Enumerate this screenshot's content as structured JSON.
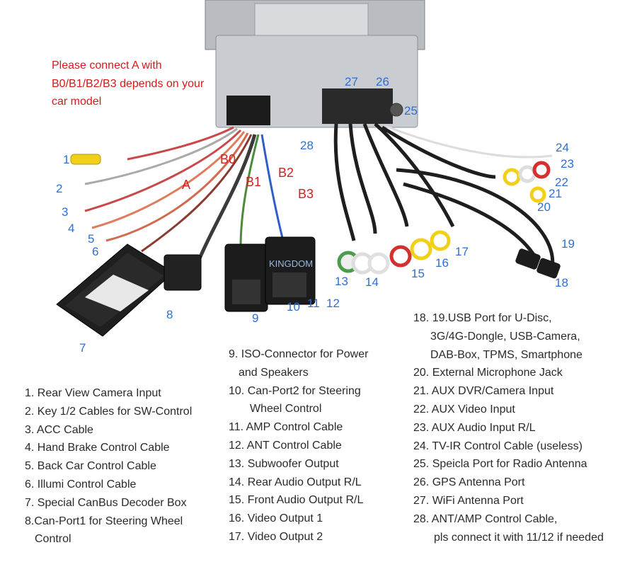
{
  "note": "Please connect A with B0/B1/B2/B3 depends on your car model",
  "connector_labels": [
    "A",
    "B0",
    "B1",
    "B2",
    "B3"
  ],
  "callout_numbers": [
    "1",
    "2",
    "3",
    "4",
    "5",
    "6",
    "7",
    "8",
    "9",
    "10",
    "11",
    "12",
    "13",
    "14",
    "15",
    "16",
    "17",
    "18",
    "19",
    "20",
    "21",
    "22",
    "23",
    "24",
    "25",
    "26",
    "27",
    "28"
  ],
  "legend_col1": [
    "1. Rear View Camera Input",
    "2. Key 1/2 Cables for SW-Control",
    "3. ACC Cable",
    "4. Hand Brake Control Cable",
    "5. Back Car Control Cable",
    "6. Illumi Control Cable",
    "7. Special CanBus Decoder Box",
    "8.Can-Port1 for Steering Wheel",
    "Control"
  ],
  "legend_col2": [
    "9. ISO-Connector for Power",
    "and Speakers",
    "10. Can-Port2 for Steering",
    "Wheel Control",
    "11. AMP Control Cable",
    "12. ANT Control Cable",
    "13. Subwoofer Output",
    "14. Rear Audio Output R/L",
    "15. Front Audio Output R/L",
    "16. Video Output 1",
    "17. Video Output 2"
  ],
  "legend_col3": [
    "18. 19.USB Port for U-Disc,",
    "3G/4G-Dongle, USB-Camera,",
    "DAB-Box, TPMS, Smartphone",
    "20. External Microphone Jack",
    "21. AUX DVR/Camera Input",
    "22. AUX Video Input",
    "23. AUX Audio Input R/L",
    "24. TV-IR Control Cable (useless)",
    "25. Speicla Port for Radio Antenna",
    "26. GPS Antenna Port",
    "27. WiFi Antenna Port",
    "28. ANT/AMP Control Cable,",
    "pls connect it with 11/12 if needed"
  ],
  "watermark": "KINGDOM",
  "colors": {
    "accent_red": "#d42020",
    "callout_blue": "#2f6fd0",
    "text": "#2a2a2a"
  }
}
